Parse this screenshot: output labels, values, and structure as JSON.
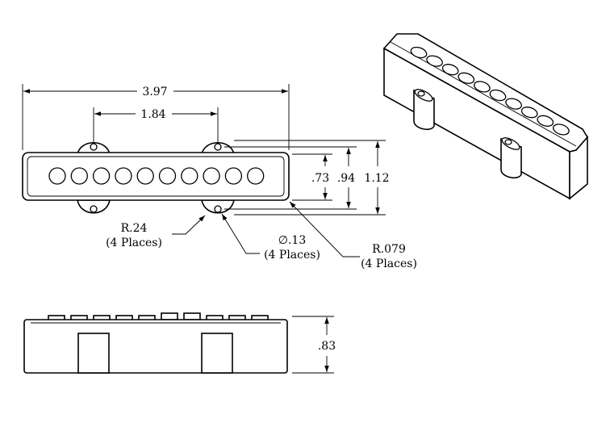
{
  "dimensions": {
    "overall_length": "3.97",
    "mount_spacing": "1.84",
    "pole_width": ".73",
    "body_width": ".94",
    "ear_width": "1.12",
    "height": ".83"
  },
  "callouts": {
    "ear_radius": {
      "value": "R.24",
      "note": "(4 Places)"
    },
    "hole_diameter": {
      "value": "∅.13",
      "note": "(4 Places)"
    },
    "corner_radius": {
      "value": "R.079",
      "note": "(4 Places)"
    }
  },
  "pole_piece_count": 10,
  "colors": {
    "line": "#000000",
    "background": "#ffffff"
  }
}
